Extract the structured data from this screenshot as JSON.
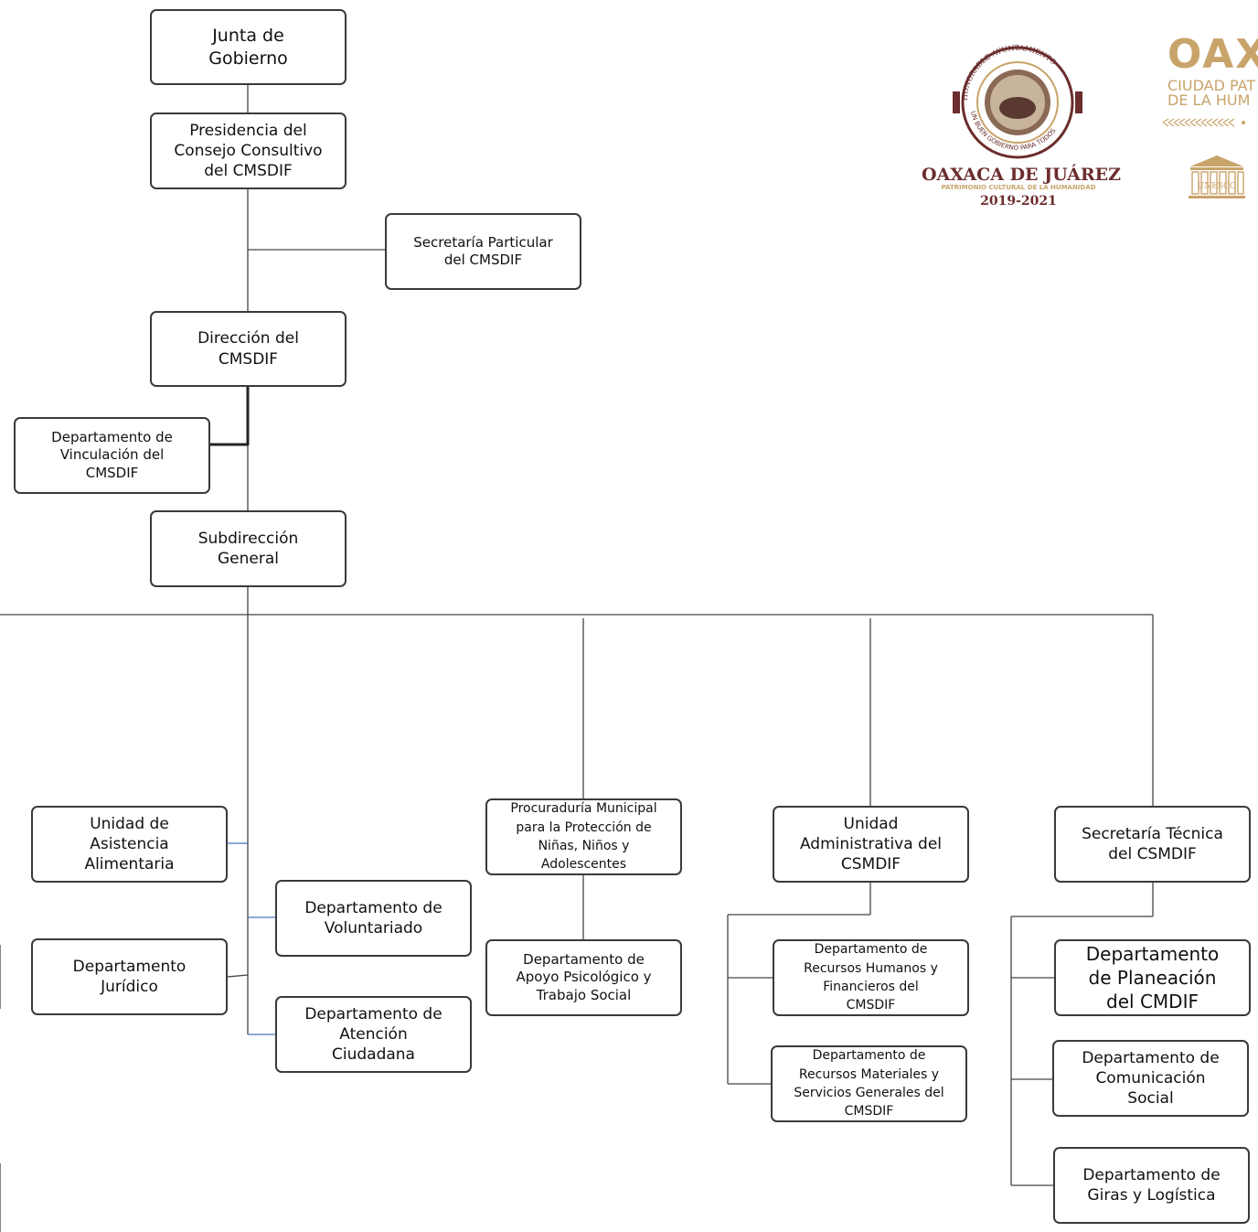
{
  "boxes": {
    "junta": "Junta de\nGobierno",
    "presidencia": "Presidencia del\nConsejo Consultivo\ndel CMSDIF",
    "secretaria_particular": "Secretaría Particular\ndel CMSDIF",
    "direccion": "Dirección del\nCMSDIF",
    "vinculacion": "Departamento de\nVinculación del\nCMSDIF",
    "subdireccion": "Subdirección\nGeneral",
    "asistencia": "Unidad de\nAsistencia\nAlimentaria",
    "juridico": "Departamento\nJurídico",
    "voluntariado": "Departamento de\nVoluntariado",
    "atencion": "Departamento de\nAtención\nCiudadana",
    "procuraduria": "Procuraduría Municipal\npara la Protección de\nNiñas, Niños y\nAdolescentes",
    "apoyo": "Departamento de\nApoyo Psicológico y\nTrabajo Social",
    "unidad_admin": "Unidad\nAdministrativa del\nCSMDIF",
    "rrhh": "Departamento de\nRecursos Humanos y\nFinancieros del\nCMSDIF",
    "rrmm": "Departamento de\nRecursos Materiales y\nServicios Generales del\nCMSDIF",
    "secretaria_tecnica": "Secretaría Técnica\ndel CSMDIF",
    "planeacion": "Departamento\nde Planeación\ndel CMDIF",
    "comunicacion": "Departamento de\nComunicación\nSocial",
    "giras": "Departamento de\nGiras y Logística"
  },
  "logo": {
    "seal_top": "HONORABLE AYUNTAMIENTO",
    "seal_bottom": "UN BUEN GOBIERNO PARA TODOS",
    "city": "OAXACA DE JUÁREZ",
    "subtitle": "PATRIMONIO CULTURAL DE LA HUMANIDAD",
    "years": "2019-2021",
    "right_title": "OAXA",
    "right_line1": "CIUDAD PAT",
    "right_line2": "DE LA HUM",
    "unesco": "UNESCO",
    "brand_color": "#6b2d2d",
    "gold_color": "#c9a46a"
  }
}
